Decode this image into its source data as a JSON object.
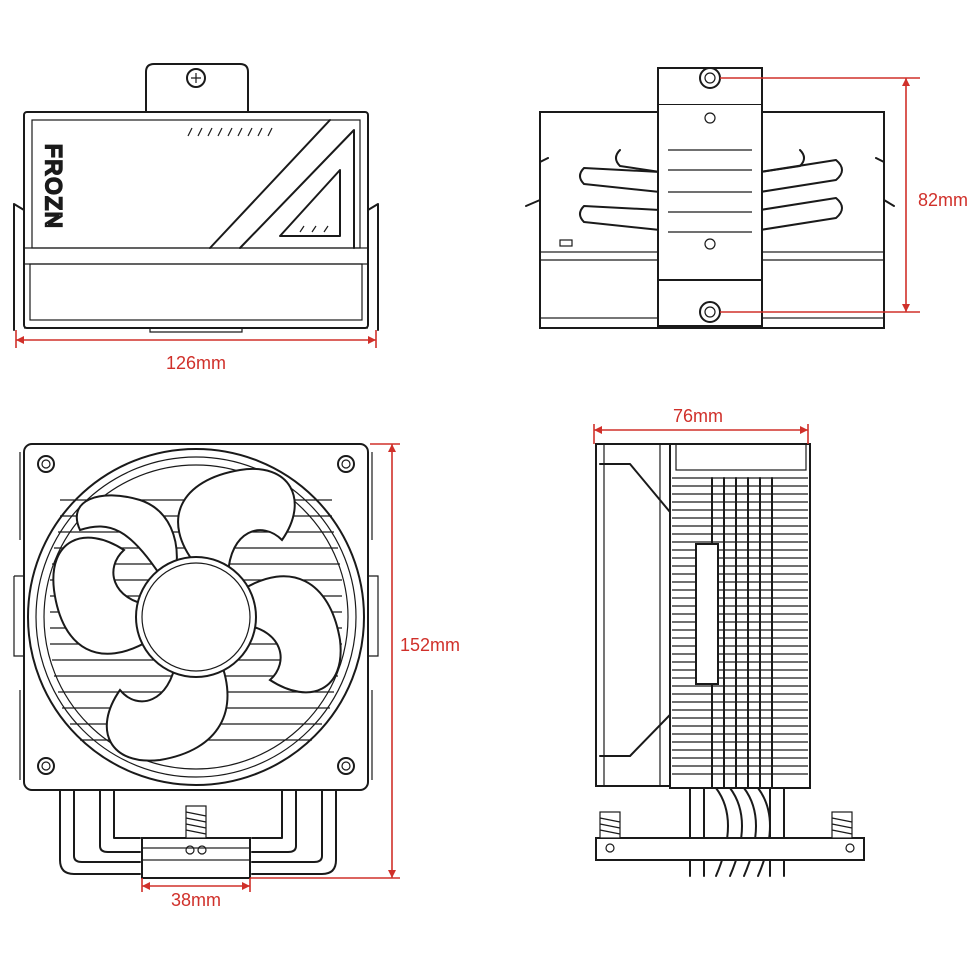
{
  "dimensions": {
    "width_front": "126mm",
    "height_side": "82mm",
    "depth": "76mm",
    "height_total": "152mm",
    "base_width": "38mm"
  },
  "brand": "FROZN",
  "colors": {
    "dimension": "#d0302a",
    "line": "#1a1a1a",
    "background": "#ffffff"
  }
}
